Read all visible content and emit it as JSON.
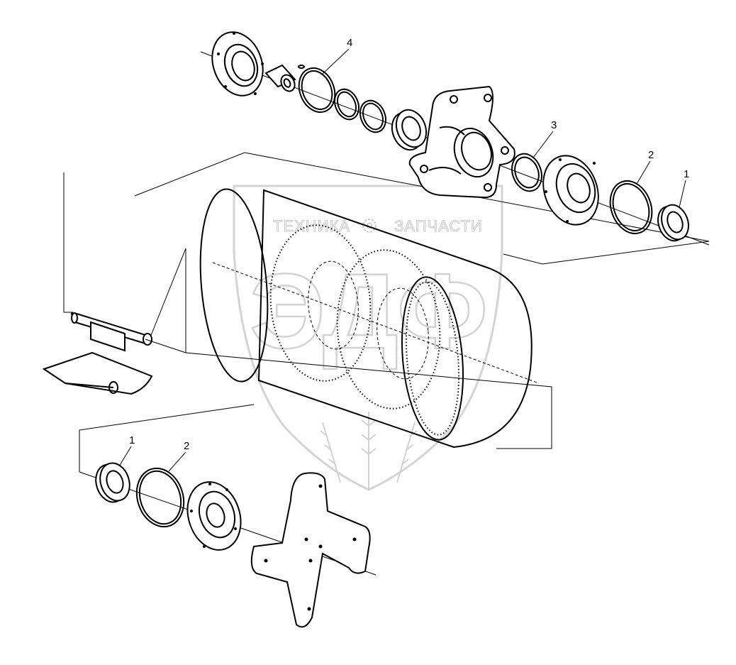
{
  "watermark": {
    "top_text_left": "ТЕХНИКА",
    "top_text_right": "ЗАПЧАСТИ",
    "big_text": "ЭДФ"
  },
  "callouts": {
    "top_4": "4",
    "top_3": "3",
    "top_2": "2",
    "top_1": "1",
    "bottom_1": "1",
    "bottom_2": "2"
  },
  "icons": [
    "gear-icon",
    "wheat-ear-icon"
  ]
}
